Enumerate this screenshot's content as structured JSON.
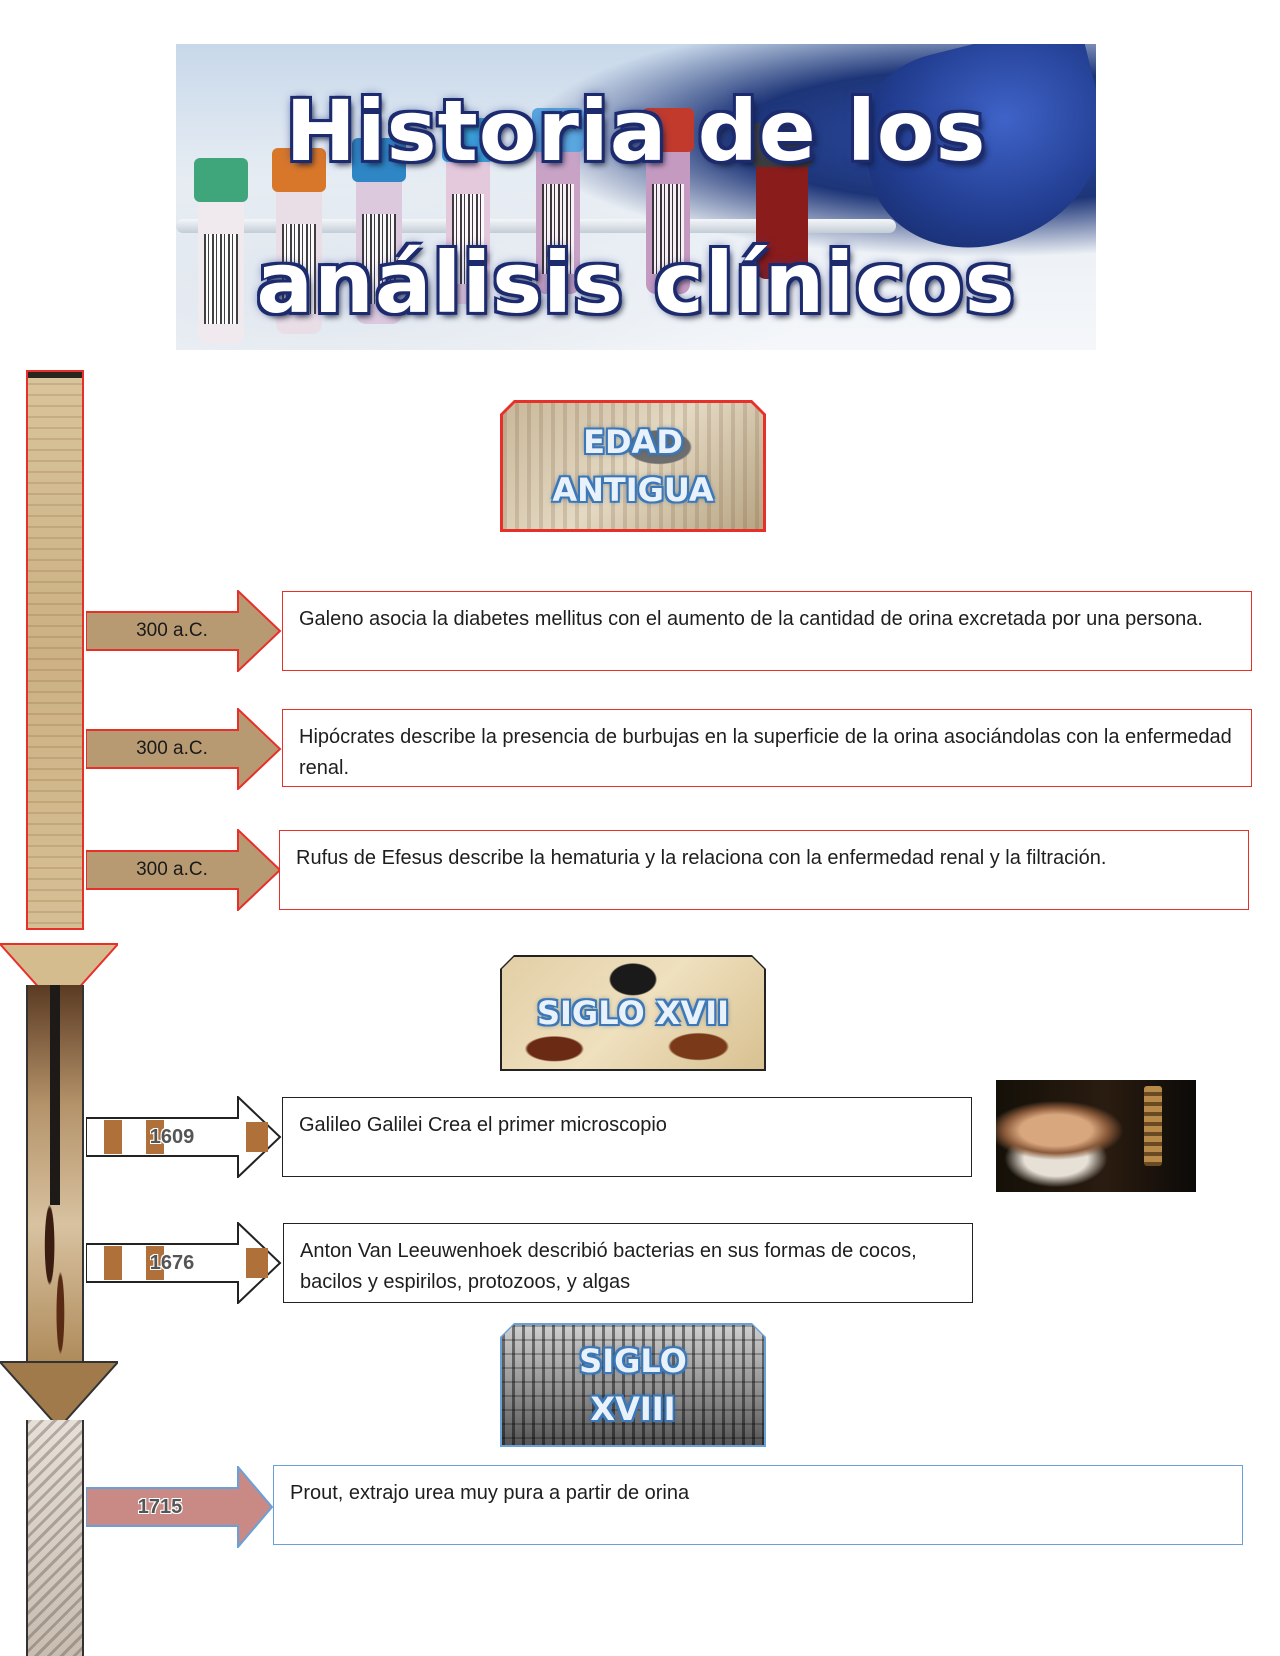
{
  "banner": {
    "line1": "Historia de los",
    "line2": "análisis clínicos"
  },
  "eras": [
    {
      "lines": [
        "EDAD",
        "ANTIGUA"
      ]
    },
    {
      "lines": [
        "SIGLO XVII"
      ]
    },
    {
      "lines": [
        "SIGLO",
        "XVIII"
      ]
    }
  ],
  "events": [
    {
      "date": "300 a.C.",
      "text": "Galeno asocia la diabetes mellitus con el aumento de la cantidad de orina excretada por una persona."
    },
    {
      "date": "300 a.C.",
      "text": "Hipócrates describe la presencia de burbujas en la superficie de la orina asociándolas con la enfermedad renal."
    },
    {
      "date": "300 a.C.",
      "text": "Rufus de Efesus describe la hematuria y la relaciona con la enfermedad renal y la filtración."
    },
    {
      "date": "1609",
      "text": "Galileo Galilei Crea el primer microscopio"
    },
    {
      "date": "1676",
      "text": "Anton Van Leeuwenhoek describió bacterias en sus formas de cocos, bacilos y espirilos, protozoos, y algas"
    },
    {
      "date": "1715",
      "text": "Prout, extrajo urea muy pura a partir de orina"
    }
  ],
  "colors": {
    "era1_accent": "#e8302a",
    "era2_accent": "#222222",
    "era3_accent": "#6aa0d8",
    "title_outline": "#1c2a6e"
  }
}
